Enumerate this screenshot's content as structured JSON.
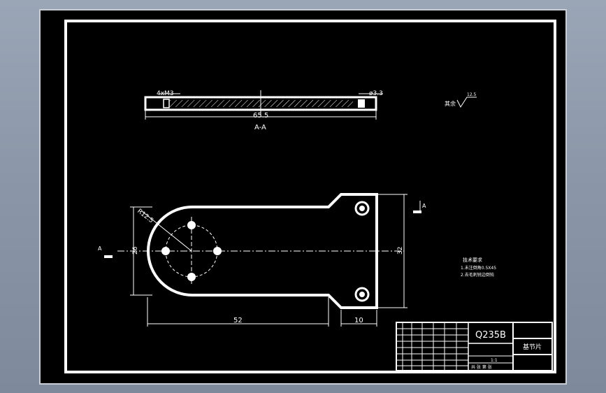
{
  "section_view": {
    "label_thread": "4xM3",
    "label_hole": "ø3.3",
    "dim_length": "65.5",
    "caption": "A-A"
  },
  "roughness": {
    "prefix": "其余",
    "value": "12.5"
  },
  "plan_view": {
    "dim_radius": "R12.5",
    "dim_left": "26",
    "dim_right": "32",
    "dim_width_main": "52",
    "dim_width_end": "10",
    "section_mark_left": "A",
    "section_mark_right": "A"
  },
  "notes": {
    "title": "技术要求",
    "line1": "1.未注倒角0.5X45",
    "line2": "2.去毛刺锐边倒钝"
  },
  "title_block": {
    "material": "Q235B",
    "part_name": "基节片",
    "scale": "1:1",
    "sheet": "共 张 第 张"
  },
  "colors": {
    "background": "#000000",
    "lines": "#ffffff",
    "frame": "#ffffff",
    "window": "#8b97a8"
  }
}
